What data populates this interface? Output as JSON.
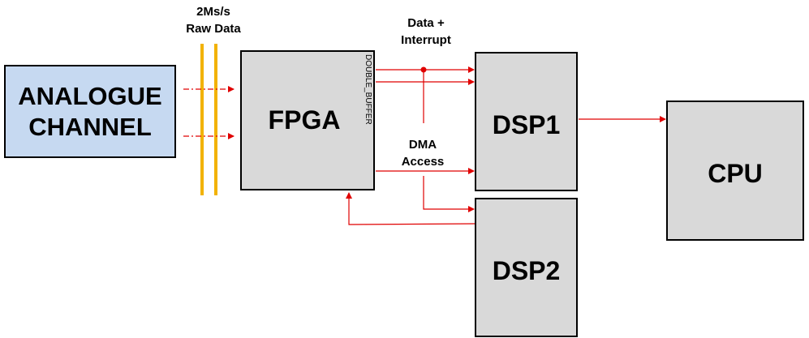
{
  "blocks": {
    "analogue": "ANALOGUE CHANNEL",
    "fpga": "FPGA",
    "fpga_buffer": "DOUBLE_BUFFER",
    "dsp1": "DSP1",
    "dsp2": "DSP2",
    "cpu": "CPU"
  },
  "captions": {
    "rate_line1": "2Ms/s",
    "rate_line2": "Raw Data",
    "data_line1": "Data +",
    "data_line2": "Interrupt",
    "dma_line1": "DMA",
    "dma_line2": "Access"
  },
  "colors": {
    "link": "#e00000",
    "bus_bars": "#f2b200",
    "analogue_fill": "#c6d9f1",
    "block_fill": "#d9d9d9"
  }
}
